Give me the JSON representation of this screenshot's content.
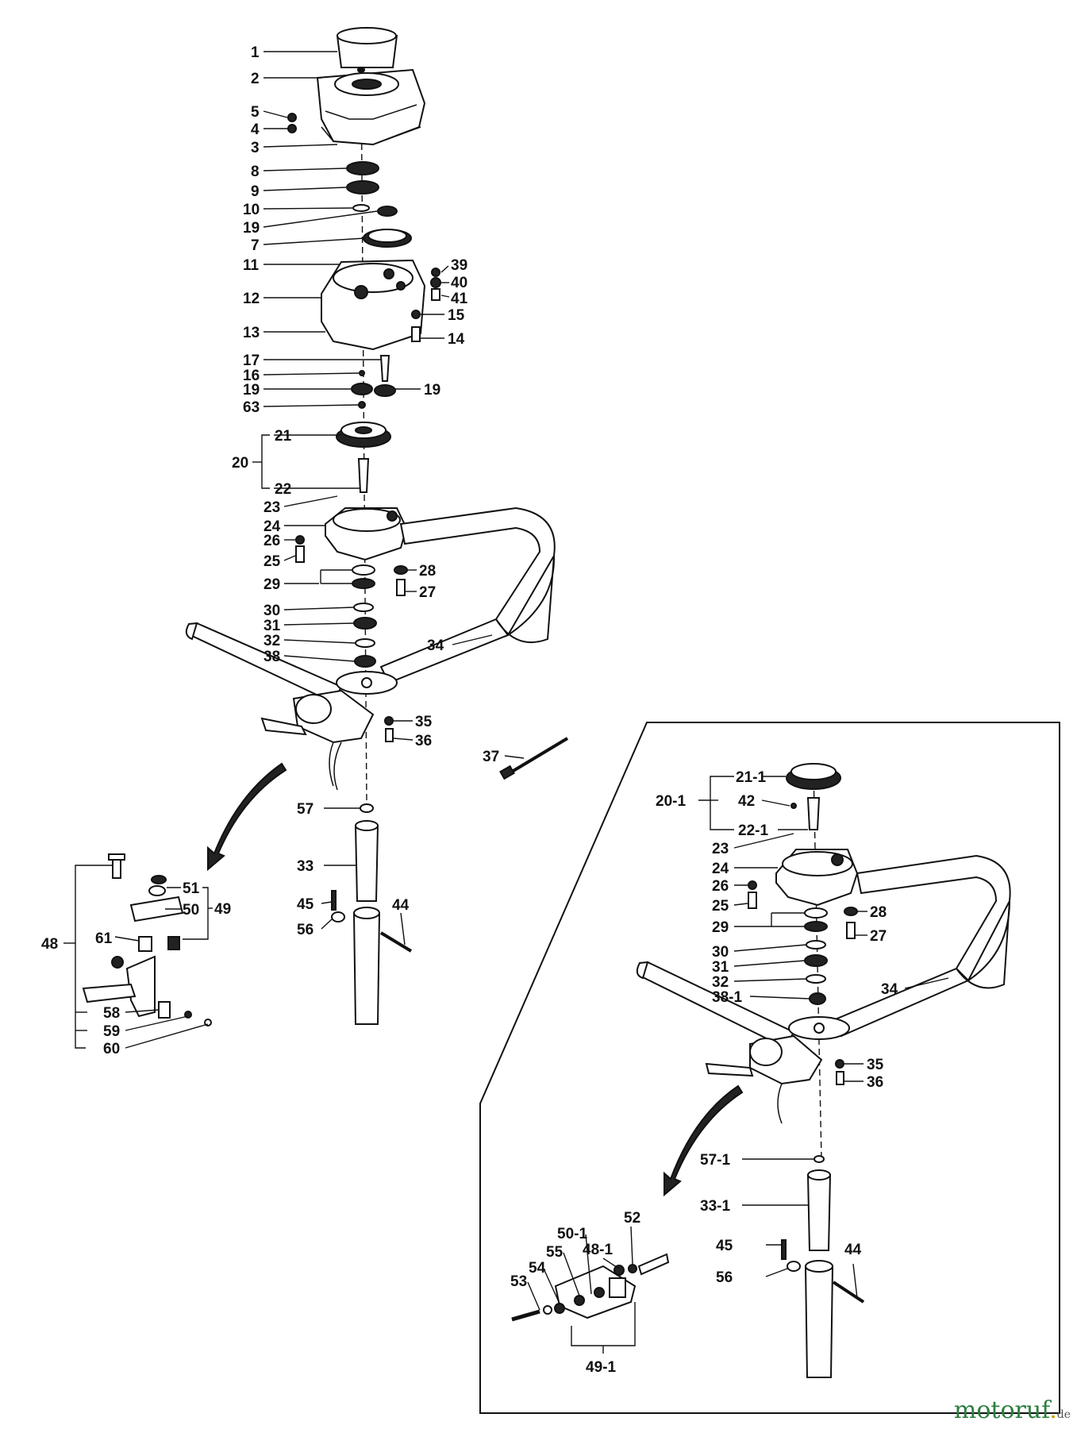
{
  "labels_main": [
    "1",
    "2",
    "5",
    "4",
    "3",
    "8",
    "9",
    "10",
    "19",
    "7",
    "11",
    "39",
    "40",
    "12",
    "41",
    "15",
    "13",
    "14",
    "17",
    "16",
    "19",
    "19",
    "63",
    "21",
    "20",
    "22",
    "23",
    "24",
    "26",
    "25",
    "28",
    "29",
    "27",
    "30",
    "31",
    "32",
    "34",
    "38",
    "35",
    "36",
    "37",
    "57",
    "33",
    "45",
    "44",
    "56"
  ],
  "labels_detail_main": [
    "48",
    "51",
    "50",
    "49",
    "61",
    "58",
    "59",
    "60"
  ],
  "labels_inset": [
    "21-1",
    "20-1",
    "42",
    "22-1",
    "23",
    "24",
    "26",
    "28",
    "25",
    "29",
    "27",
    "30",
    "31",
    "32",
    "34",
    "38-1",
    "35",
    "36",
    "57-1",
    "33-1",
    "45",
    "44",
    "56"
  ],
  "labels_detail_inset": [
    "48-1",
    "52",
    "50-1",
    "55",
    "54",
    "53",
    "49-1"
  ],
  "watermark": {
    "main": "motoruf",
    "dot": ".",
    "tld": "de"
  }
}
